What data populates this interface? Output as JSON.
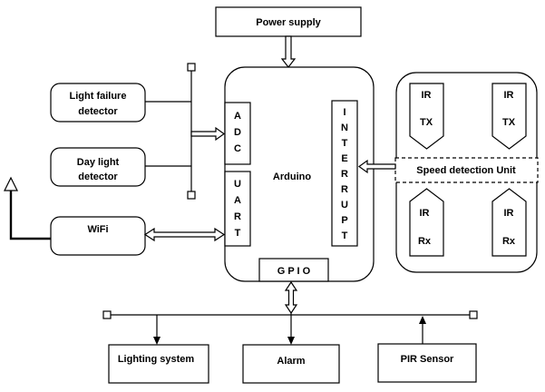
{
  "blocks": {
    "power_supply": "Power supply",
    "light_failure_line1": "Light failure",
    "light_failure_line2": "detector",
    "day_light_line1": "Day light",
    "day_light_line2": "detector",
    "wifi": "WiFi",
    "arduino": "Arduino",
    "speed_unit": "Speed detection Unit",
    "lighting_system": "Lighting system",
    "alarm": "Alarm",
    "pir_sensor": "PIR Sensor"
  },
  "ports": {
    "adc": [
      "A",
      "D",
      "C"
    ],
    "uart": [
      "U",
      "A",
      "R",
      "T"
    ],
    "interrupt": [
      "I",
      "N",
      "T",
      "E",
      "R",
      "R",
      "U",
      "P",
      "T"
    ],
    "gpio": "G P I O"
  },
  "sensors": {
    "ir_tx_left": [
      "IR",
      "TX"
    ],
    "ir_tx_right": [
      "IR",
      "TX"
    ],
    "ir_rx_left": [
      "IR",
      "Rx"
    ],
    "ir_rx_right": [
      "IR",
      "Rx"
    ]
  }
}
